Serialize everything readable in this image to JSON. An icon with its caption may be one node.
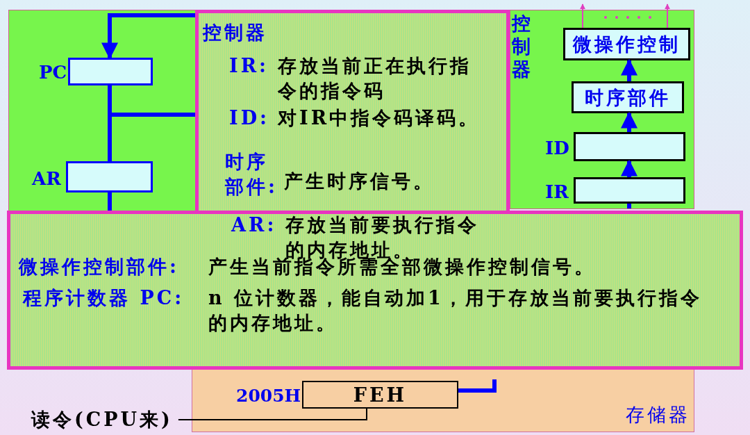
{
  "diagram": {
    "nodes": [
      {
        "text": [],
        "shape": "box"
      },
      {
        "text": [],
        "shape": "box",
        "in": 0,
        "beside": [
          "PC"
        ]
      },
      {
        "text": [],
        "shape": "box",
        "in": 0,
        "beside": [
          "AR"
        ]
      },
      {
        "text": [
          "控制器",
          "IR:",
          "存放当前正在执行指令的指令码",
          "ID:",
          "对IR中指令码译码。",
          "时序部件:",
          "产生时序信号。"
        ]
      },
      {
        "text": [
          "控制器"
        ]
      },
      {
        "text": [
          "微操作控制"
        ],
        "in": 4
      },
      {
        "text": [
          "时序部件"
        ],
        "in": 4
      },
      {
        "text": [],
        "shape": "box",
        "in": 4,
        "beside": [
          "ID"
        ]
      },
      {
        "text": [],
        "shape": "box",
        "in": 4,
        "beside": [
          "IR"
        ]
      },
      {
        "text": [
          "AR:",
          "存放当前要执行指令的内存地址。",
          "微操作控制部件:",
          "产生当前指令所需全部微操作控制信号。",
          "程序计数器 PC:",
          "n 位计数器，能自动加1，用于存放当前要执行指令的内存地址。"
        ]
      },
      {
        "text": [
          "存储器"
        ]
      },
      {
        "text": [
          "FEH"
        ],
        "in": 10,
        "beside": [
          "2005H"
        ]
      },
      {
        "text": [
          "读令(CPU来)"
        ]
      }
    ],
    "edges": [
      {
        "from": null,
        "to": 1,
        "arrow": "to"
      },
      {
        "from": 1,
        "to": 2,
        "arrow": "none"
      },
      {
        "from": 1,
        "to": null,
        "arrow": "none"
      },
      {
        "from": 2,
        "to": null,
        "arrow": "none"
      },
      {
        "from": 8,
        "to": 7,
        "arrow": "to"
      },
      {
        "from": 7,
        "to": 6,
        "arrow": "to"
      },
      {
        "from": 6,
        "to": 5,
        "arrow": "to"
      },
      {
        "from": null,
        "to": 8,
        "arrow": "none"
      },
      {
        "from": 5,
        "to": null,
        "arrow": "to",
        "color": "#e040c0"
      },
      {
        "from": 5,
        "to": null,
        "arrow": "to",
        "color": "#e040c0"
      },
      {
        "from": 12,
        "to": 11,
        "arrow": "none",
        "color": "#000000"
      },
      {
        "from": 11,
        "to": null,
        "arrow": "none"
      }
    ]
  }
}
